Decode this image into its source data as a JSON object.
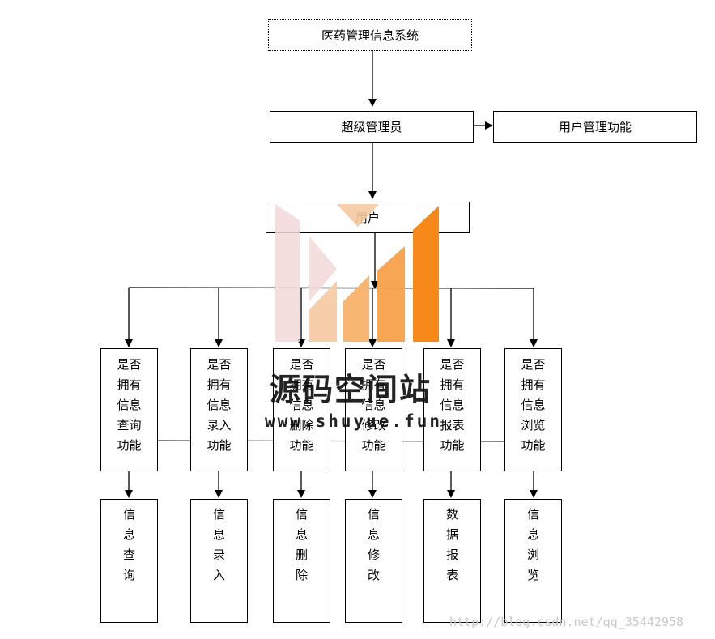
{
  "root": "医药管理信息系统",
  "super_admin": "超级管理员",
  "user_mgmt": "用户管理功能",
  "user": "用户",
  "permissions": [
    "是否\n拥有\n信息\n查询\n功能",
    "是否\n拥有\n信息\n录入\n功能",
    "是否\n拥有\n信息\n删除\n功能",
    "是否\n拥有\n信息\n修改\n功能",
    "是否\n拥有\n信息\n报表\n功能",
    "是否\n拥有\n信息\n浏览\n功能"
  ],
  "functions": [
    "信\n息\n查\n询",
    "信\n息\n录\n入",
    "信\n息\n删\n除",
    "信\n息\n修\n改",
    "数\n据\n报\n表",
    "信\n息\n浏\n览"
  ],
  "watermark": {
    "title": "源码空间站",
    "url": "www.shuyue.fun",
    "colors": [
      "#f2d8d8",
      "#f5c9a0",
      "#f7a24a",
      "#f7891a"
    ]
  },
  "csdn_watermark": "http://blog.csdn.net/qq_35442958"
}
